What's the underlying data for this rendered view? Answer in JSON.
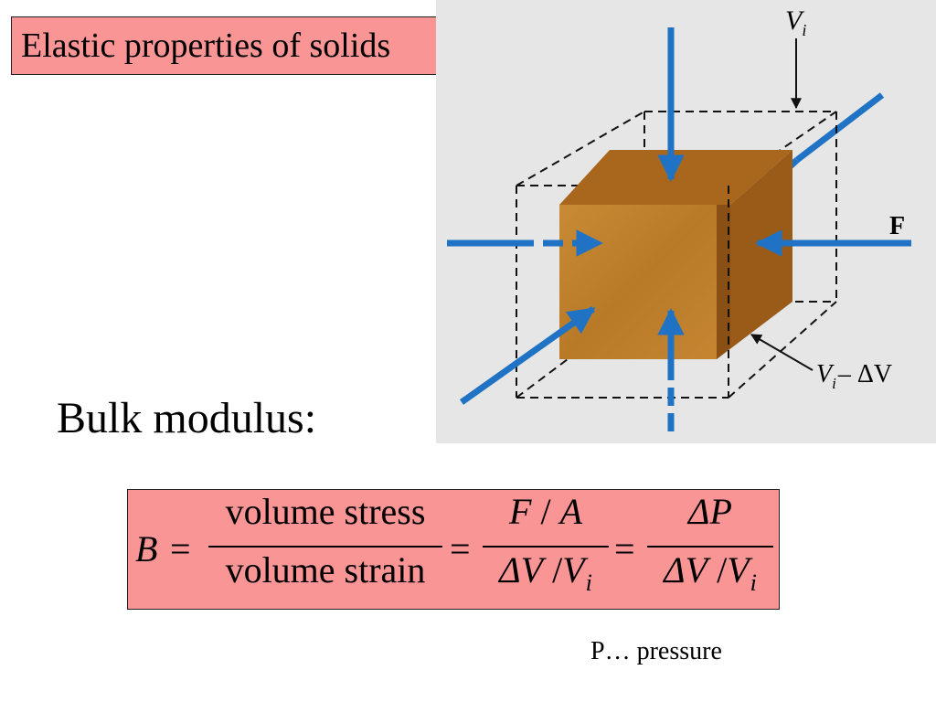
{
  "slide": {
    "title": "Elastic properties of solids",
    "subheading": "Bulk modulus:",
    "footnote": "P… pressure"
  },
  "formula": {
    "lhs": "B",
    "equals": "=",
    "frac1": {
      "numerator": "volume stress",
      "denominator": "volume strain"
    },
    "frac2": {
      "num_a": "F",
      "num_slash": "/",
      "num_b": "A",
      "den_a": "ΔV",
      "den_slash": "/",
      "den_b": "V",
      "den_sub": "i"
    },
    "frac3": {
      "numerator": "ΔP",
      "den_a": "ΔV",
      "den_slash": "/",
      "den_b": "V",
      "den_sub": "i"
    }
  },
  "diagram": {
    "label_initial_volume": "V",
    "label_initial_volume_sub": "i",
    "label_force": "F",
    "label_final_volume": "V",
    "label_final_volume_sub": "i",
    "label_final_volume_rest": "– ΔV"
  },
  "colors": {
    "box_fill": "#f99595",
    "panel_background": "#e6e6e6",
    "arrow": "#1f72c4",
    "cube_front": "#c5842f",
    "cube_top": "#a9671e",
    "cube_side": "#9a5a18"
  }
}
